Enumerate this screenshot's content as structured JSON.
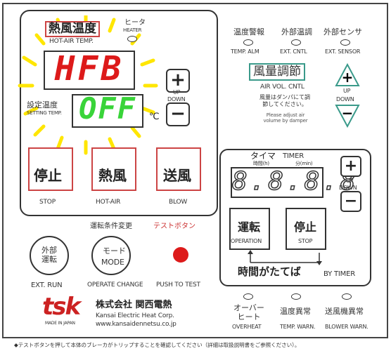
{
  "heater": {
    "title_jp": "熱風温度",
    "title_en": "HOT-AIR TEMP.",
    "heater_label": "ヒータ",
    "heater_en": "HEATER",
    "display_top": "HFB",
    "display_bottom": "OFF",
    "setting_jp": "設定温度",
    "setting_en": "SETTING TEMP.",
    "unit": "℃",
    "up": "UP",
    "down": "DOWN"
  },
  "modes": {
    "stop_jp": "停止",
    "stop_en": "STOP",
    "hot_jp": "熱風",
    "hot_en": "HOT-AIR",
    "blow_jp": "送風",
    "blow_en": "BLOW"
  },
  "indicators": {
    "temp_alm_jp": "温度警報",
    "temp_alm_en": "TEMP. ALM",
    "ext_cntl_jp": "外部温調",
    "ext_cntl_en": "EXT. CNTL",
    "ext_sensor_jp": "外部センサ",
    "ext_sensor_en": "EXT. SENSOR"
  },
  "air": {
    "title_jp": "風量調節",
    "title_en": "AIR VOL. CNTL",
    "note_jp": "風量はダンパにて調節してください。",
    "note_en": "Please adjust air volume by damper",
    "up": "UP",
    "down": "DOWN"
  },
  "timer": {
    "title_jp": "タイマ",
    "title_en": "TIMER",
    "hour": "時間(h)",
    "min": "分(min)",
    "up": "UP",
    "down": "DOWN",
    "op_jp": "運転",
    "op_en": "OPERATION",
    "stop_jp": "停止",
    "stop_en": "STOP",
    "by_jp": "時間がたてば",
    "by_en": "BY TIMER"
  },
  "bottom": {
    "change_label": "運転条件変更",
    "test_label": "テストボタン",
    "ext_run_jp": "外部運転",
    "ext_run_en": "EXT. RUN",
    "mode_jp": "モード",
    "mode_en": "MODE",
    "operate_change": "OPERATE CHANGE",
    "push_test": "PUSH TO TEST"
  },
  "warnings": {
    "overheat_jp": "オーバーヒート",
    "overheat_en": "OVERHEAT",
    "temp_warn_jp": "温度異常",
    "temp_warn_en": "TEMP. WARN.",
    "blower_warn_jp": "送風機異常",
    "blower_warn_en": "BLOWER WARN."
  },
  "brand": {
    "logo": "tsk",
    "made": "MADE IN JAPAN",
    "company_jp": "株式会社 関西電熱",
    "company_en": "Kansai Electric Heat Corp.",
    "url": "www.kansaidennetsu.co.jp"
  },
  "footer": "◆テストボタンを押して本体のブレーカがトリップすることを確認してください（詳細は取扱説明書をご参照ください）。",
  "colors": {
    "accent": "#cc3333",
    "led_red": "#dd1a1a",
    "led_green": "#39d439",
    "glow": "#ffe600",
    "teal": "#3a9a8a"
  }
}
